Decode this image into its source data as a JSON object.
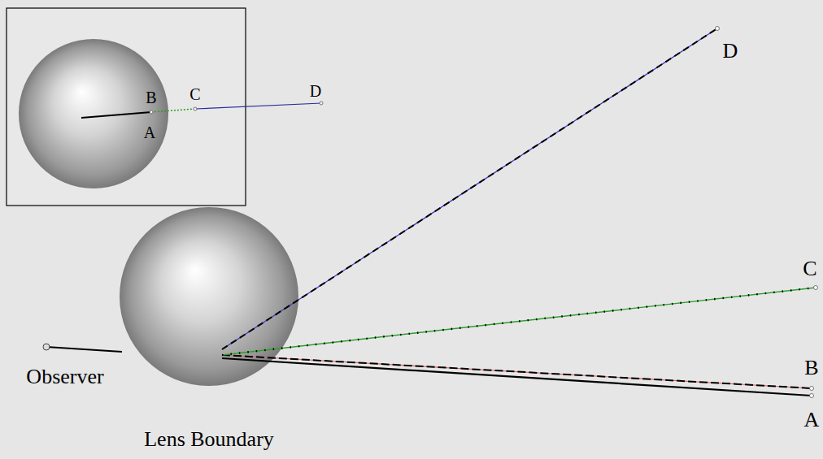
{
  "diagram": {
    "labels": [
      "B",
      "C",
      "D",
      "A",
      "D",
      "C",
      "B",
      "A",
      "Observer",
      "Lens Boundary"
    ]
  }
}
